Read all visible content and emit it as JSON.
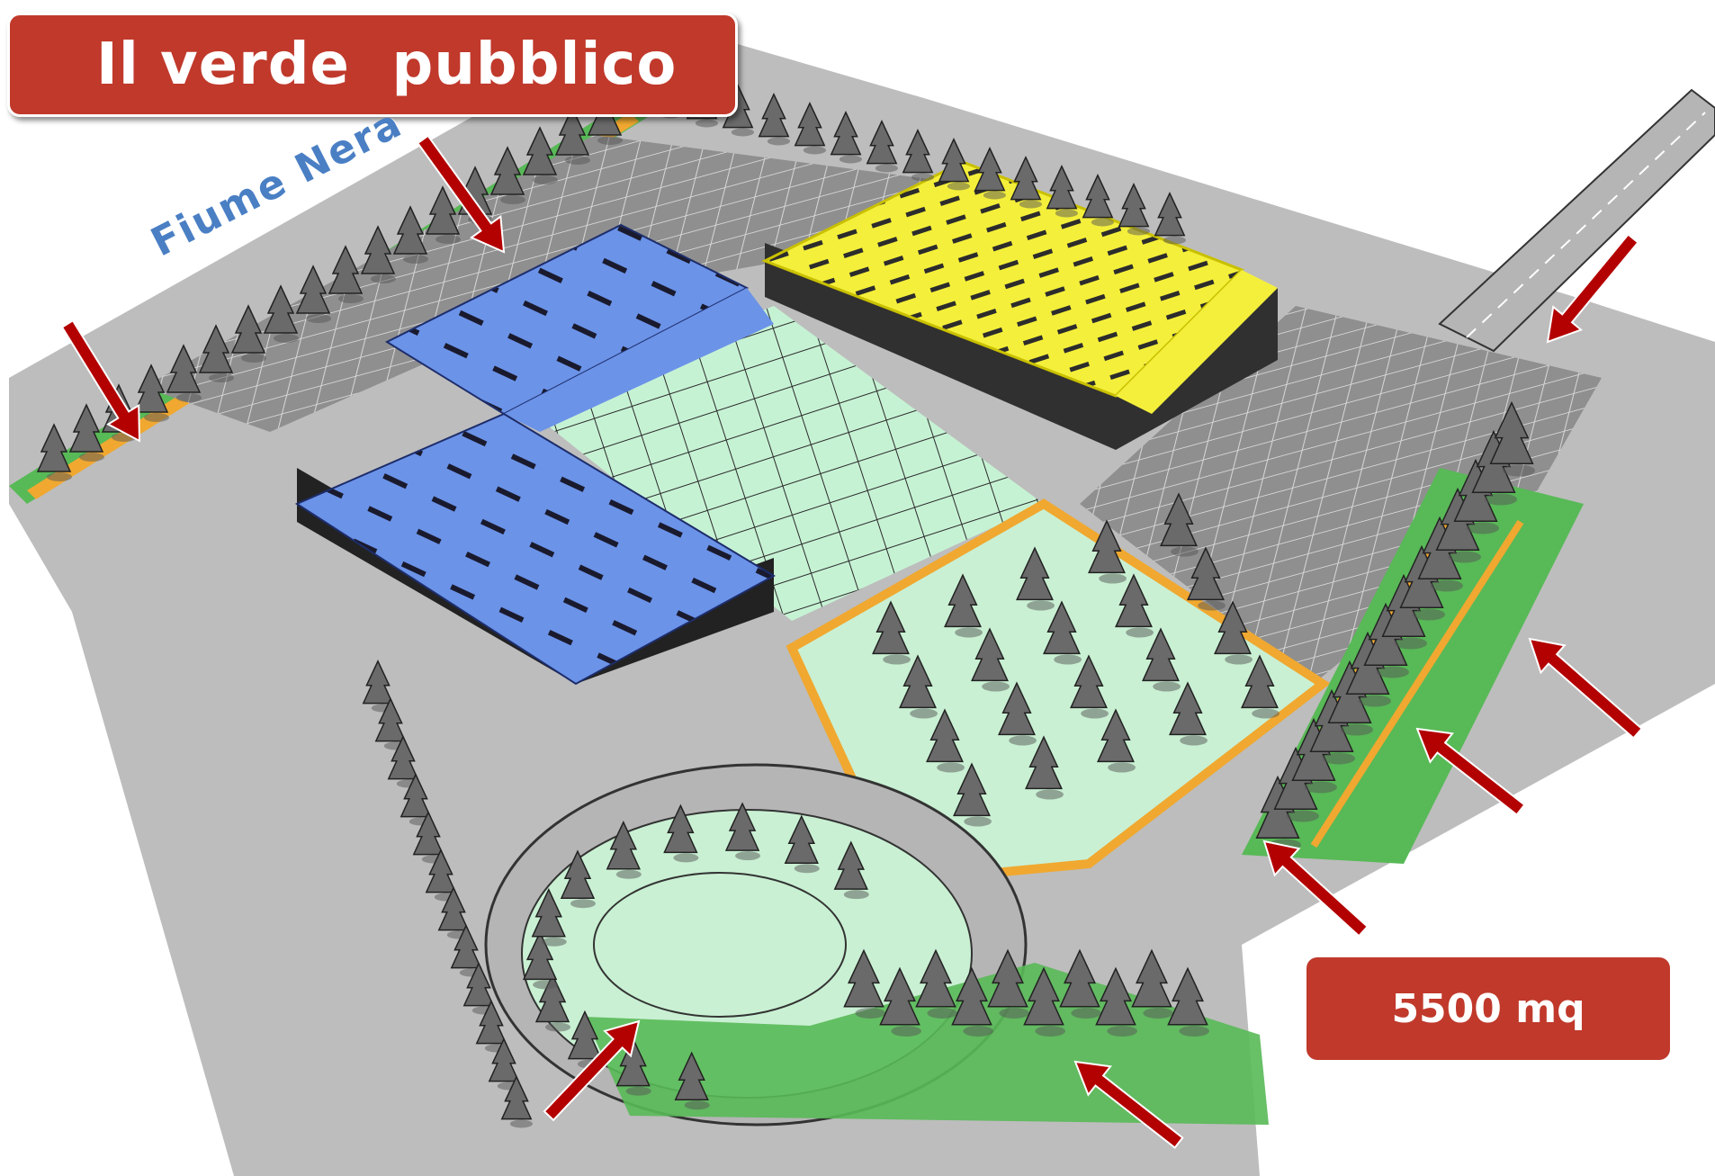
{
  "title": "Il verde  pubblico",
  "river_label": "Fiume Nera",
  "area_label": "5500 mq",
  "colors": {
    "title_bg": "#c0392b",
    "arrow": "#b30000",
    "blue_building": "#6b93e8",
    "yellow_building": "#f4ef3a",
    "green_area": "#c9f0d3",
    "dark_green": "#4caf50",
    "parking": "#9a9a9a",
    "road": "#b5b5b5",
    "path": "#f0a830",
    "river_text": "#4a7fc4"
  },
  "icons": [
    "arrow-icon",
    "tree-icon"
  ]
}
